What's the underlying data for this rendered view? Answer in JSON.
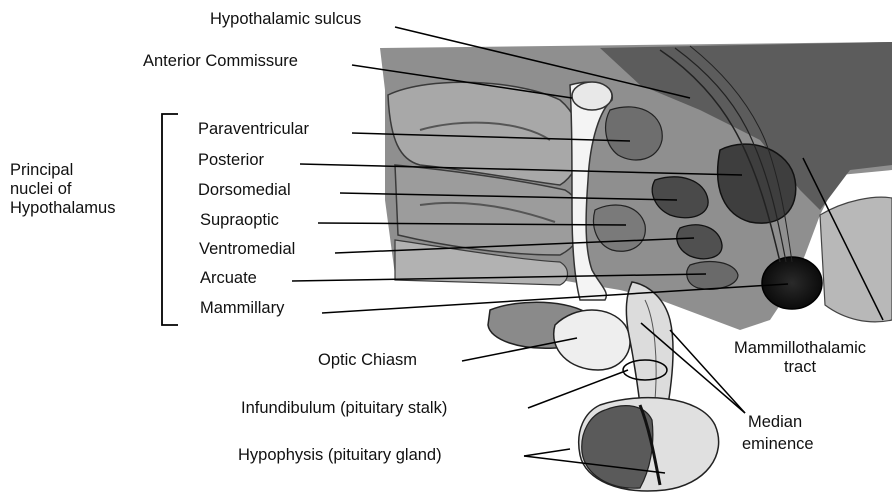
{
  "group_label": [
    "Principal",
    "nuclei of",
    "Hypothalamus"
  ],
  "nuclei": [
    "Paraventricular",
    "Posterior",
    "Dorsomedial",
    "Supraoptic",
    "Ventromedial",
    "Arcuate",
    "Mammillary"
  ],
  "labels": {
    "hypothalamic_sulcus": "Hypothalamic sulcus",
    "anterior_commissure": "Anterior Commissure",
    "optic_chiasm": "Optic Chiasm",
    "infundibulum": "Infundibulum (pituitary stalk)",
    "hypophysis": "Hypophysis (pituitary gland)",
    "mammillothalamic_tract": [
      "Mammillothalamic",
      "tract"
    ],
    "median_eminence": [
      "Median",
      "eminence"
    ]
  }
}
